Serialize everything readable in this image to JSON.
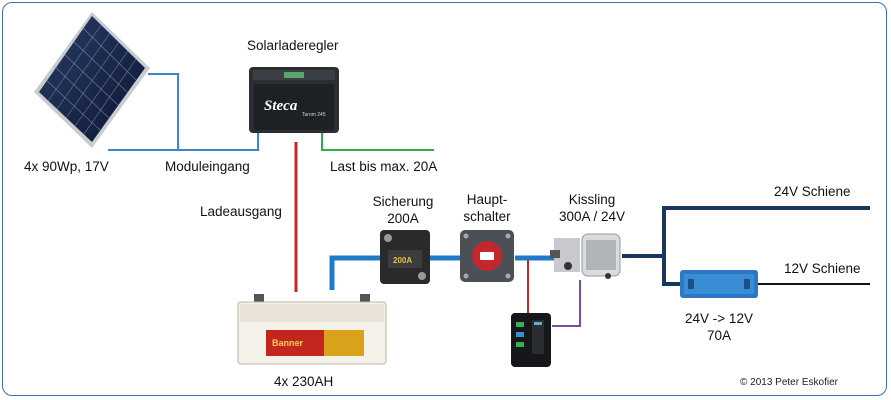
{
  "labels": {
    "solar_panel": "4x 90Wp, 17V",
    "charge_controller": "Solarladeregler",
    "module_input": "Moduleingang",
    "load_output": "Last bis max. 20A",
    "charge_output": "Ladeausgang",
    "fuse_line1": "Sicherung",
    "fuse_line2": "200A",
    "main_switch_line1": "Haupt-",
    "main_switch_line2": "schalter",
    "relay_line1": "Kissling",
    "relay_line2": "300A / 24V",
    "bus_24v": "24V Schiene",
    "bus_12v": "12V Schiene",
    "converter_line1": "24V -> 12V",
    "converter_line2": "70A",
    "battery": "4x 230AH",
    "copyright": "© 2013 Peter Eskofier"
  },
  "device_text": {
    "controller_brand": "Steca",
    "controller_model": "Tarom 245",
    "fuse_rating": "200A",
    "battery_brand": "Banner"
  },
  "colors": {
    "main_bus": "#17375e",
    "module_wire": "#3a86d0",
    "battery_wire": "#1f78c8",
    "charge_wire": "#c0282c",
    "load_wire": "#2eae4a",
    "control_wire": "#7a4ca0",
    "frame": "#3f6fb3"
  }
}
